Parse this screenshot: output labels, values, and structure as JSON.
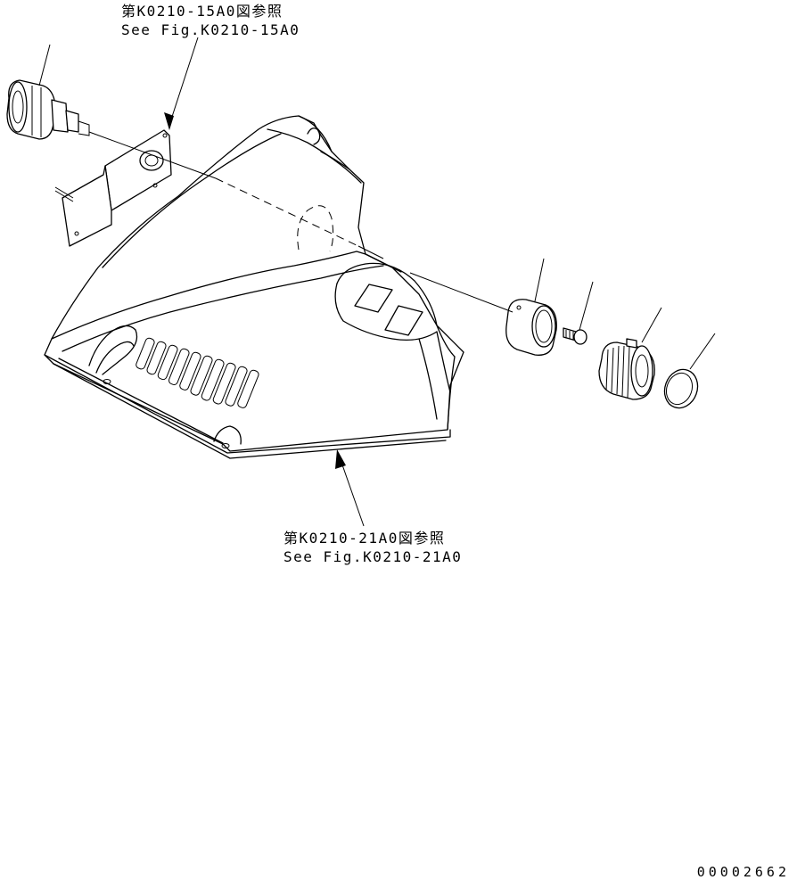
{
  "references": {
    "top": {
      "line1": "第K0210-15A0図参照",
      "line2": "See Fig.K0210-15A0"
    },
    "bottom": {
      "line1": "第K0210-21A0図参照",
      "line2": "See Fig.K0210-21A0"
    }
  },
  "drawing_number": "00002662"
}
